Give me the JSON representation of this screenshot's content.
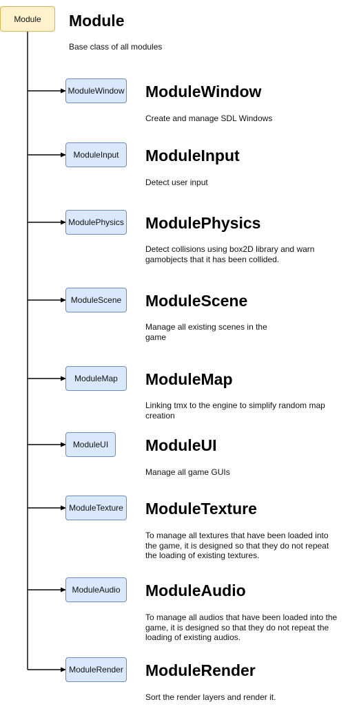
{
  "colors": {
    "root_fill": "#fff2cc",
    "root_stroke": "#d6b656",
    "child_fill": "#dae8fc",
    "child_stroke": "#6c8ebf",
    "connector": "#000000"
  },
  "root": {
    "box_label": "Module",
    "title": "Module",
    "description": "Base class of all modules"
  },
  "modules": [
    {
      "box_label": "ModuleWindow",
      "title": "ModuleWindow",
      "description_lines": [
        "Create and manage SDL Windows"
      ]
    },
    {
      "box_label": "ModuleInput",
      "title": "ModuleInput",
      "description_lines": [
        "Detect user input"
      ]
    },
    {
      "box_label": "ModulePhysics",
      "title": "ModulePhysics",
      "description_lines": [
        "Detect collisions using box2D library and warn",
        "gamobjects that it has been collided."
      ]
    },
    {
      "box_label": "ModuleScene",
      "title": "ModuleScene",
      "description_lines": [
        "Manage all existing scenes in the",
        "game"
      ]
    },
    {
      "box_label": "ModuleMap",
      "title": "ModuleMap",
      "description_lines": [
        "Linking tmx to the engine to simplify random map",
        "creation"
      ]
    },
    {
      "box_label": "ModuleUI",
      "title": "ModuleUI",
      "description_lines": [
        "Manage all game GUIs"
      ]
    },
    {
      "box_label": "ModuleTexture",
      "title": "ModuleTexture",
      "description_lines": [
        "To manage all textures that have been loaded into",
        "the game, it is designed so that they do not repeat",
        "the loading of existing textures."
      ]
    },
    {
      "box_label": "ModuleAudio",
      "title": "ModuleAudio",
      "description_lines": [
        "To manage all audios that have been loaded into the",
        "game, it is designed so that they do not repeat the",
        "loading of existing audios."
      ]
    },
    {
      "box_label": "ModuleRender",
      "title": "ModuleRender",
      "description_lines": [
        "Sort the render layers and render it."
      ]
    }
  ]
}
